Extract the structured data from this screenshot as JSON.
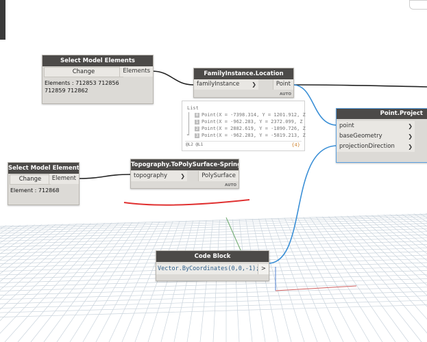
{
  "nodes": {
    "select_model_elements": {
      "title": "Select Model Elements",
      "button": "Change",
      "output": "Elements",
      "value": "Elements : 712853 712856 712859 712862"
    },
    "family_instance_location": {
      "title": "FamilyInstance.Location",
      "input": "familyInstance",
      "output": "Point",
      "lacing": "AUTO"
    },
    "point_project": {
      "title": "Point.Project",
      "inputs": [
        "point",
        "baseGeometry",
        "projectionDirection"
      ]
    },
    "select_model_element": {
      "title": "Select Model Element",
      "button": "Change",
      "output": "Element",
      "value": "Element : 712868"
    },
    "topography": {
      "title": "Topography.ToPolySurface-SpringNodes",
      "input": "topography",
      "output": "PolySurface",
      "lacing": "AUTO"
    },
    "code_block": {
      "title": "Code Block",
      "code": "Vector.ByCoordinates(0,0,-1);",
      "output": ">"
    }
  },
  "preview": {
    "header": "List",
    "items": [
      {
        "index": "0",
        "text": "Point(X = -7398.314, Y = 1201.912, Z"
      },
      {
        "index": "1",
        "text": "Point(X = -962.283, Y = 2372.099, Z"
      },
      {
        "index": "2",
        "text": "Point(X = 2882.619, Y = -1890.726, Z"
      },
      {
        "index": "3",
        "text": "Point(X = -962.283, Y = -5819.213, Z"
      }
    ],
    "levels": "@L2 @L1",
    "count": "{4}"
  },
  "colors": {
    "node_title": "#4c4a48",
    "node_body": "#dcdad6",
    "wire_dark": "#222222",
    "wire_selected": "#3a8fd6",
    "annotation": "#e03030",
    "grid": "#c9d3dc",
    "code_text": "#2c5d8a"
  }
}
